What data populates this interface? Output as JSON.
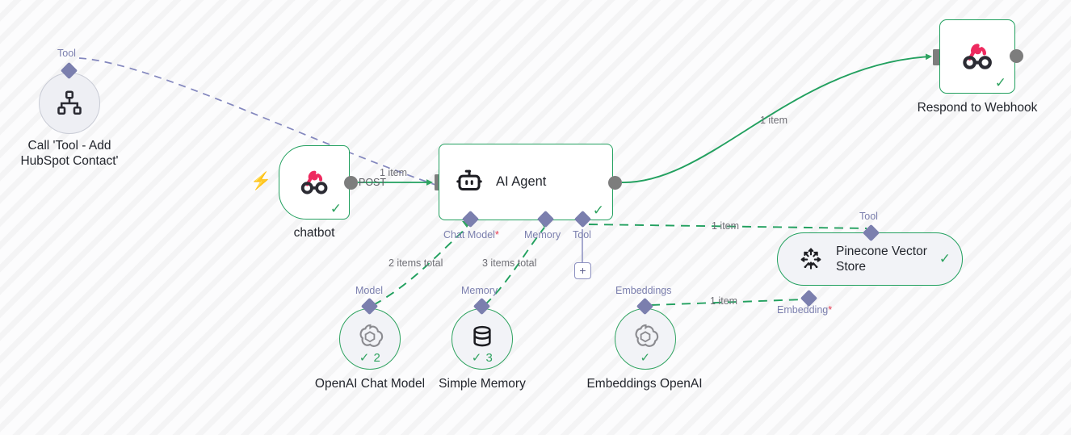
{
  "canvas": {
    "background_color": "#fbfbfb",
    "stripe_color": "#f4f4f5",
    "accent_success": "#2fa360",
    "accent_connector": "#7b7fae",
    "accent_required": "#e8384f",
    "accent_trigger": "#fb7565",
    "endpoint_gray": "#7d7d7d"
  },
  "nodes": {
    "call_tool": {
      "label": "Call 'Tool - Add\nHubSpot Contact'",
      "port_label": "Tool",
      "icon": "org-chart-icon",
      "status": ""
    },
    "chatbot": {
      "label": "chatbot",
      "icon": "webhook-icon",
      "status": "✓",
      "output_label": "POST",
      "trigger_icon": "lightning-bolt-icon"
    },
    "ai_agent": {
      "title": "AI Agent",
      "icon": "robot-icon",
      "status": "✓",
      "ports": [
        {
          "name": "chat-model",
          "label": "Chat Model",
          "required": true
        },
        {
          "name": "memory",
          "label": "Memory",
          "required": false
        },
        {
          "name": "tool",
          "label": "Tool",
          "required": false
        }
      ],
      "add_tool_button": "+"
    },
    "respond_webhook": {
      "label": "Respond to Webhook",
      "icon": "webhook-icon",
      "status": "✓"
    },
    "pinecone": {
      "title": "Pinecone Vector\nStore",
      "icon": "pinecone-icon",
      "status": "✓",
      "port_top_label": "Tool",
      "port_bottom_label": "Embedding",
      "port_bottom_required": true
    },
    "openai_chat_model": {
      "label": "OpenAI Chat Model",
      "port_label": "Model",
      "icon": "openai-icon",
      "badge": "✓ 2"
    },
    "simple_memory": {
      "label": "Simple Memory",
      "port_label": "Memory",
      "icon": "database-icon",
      "badge": "✓ 3"
    },
    "embeddings_openai": {
      "label": "Embeddings OpenAI",
      "port_label": "Embeddings",
      "icon": "openai-icon",
      "badge": "✓"
    }
  },
  "edges": [
    {
      "name": "chatbot-to-agent",
      "label": "1 item"
    },
    {
      "name": "agent-to-respond",
      "label": "1 item"
    },
    {
      "name": "agent-to-pinecone-tool",
      "label": "1 item"
    },
    {
      "name": "agent-to-chat-model",
      "label": "2 items total"
    },
    {
      "name": "agent-to-memory",
      "label": "3 items total"
    },
    {
      "name": "embeddings-to-pinecone",
      "label": "1 item"
    },
    {
      "name": "calltool-to-agent",
      "label": ""
    }
  ]
}
